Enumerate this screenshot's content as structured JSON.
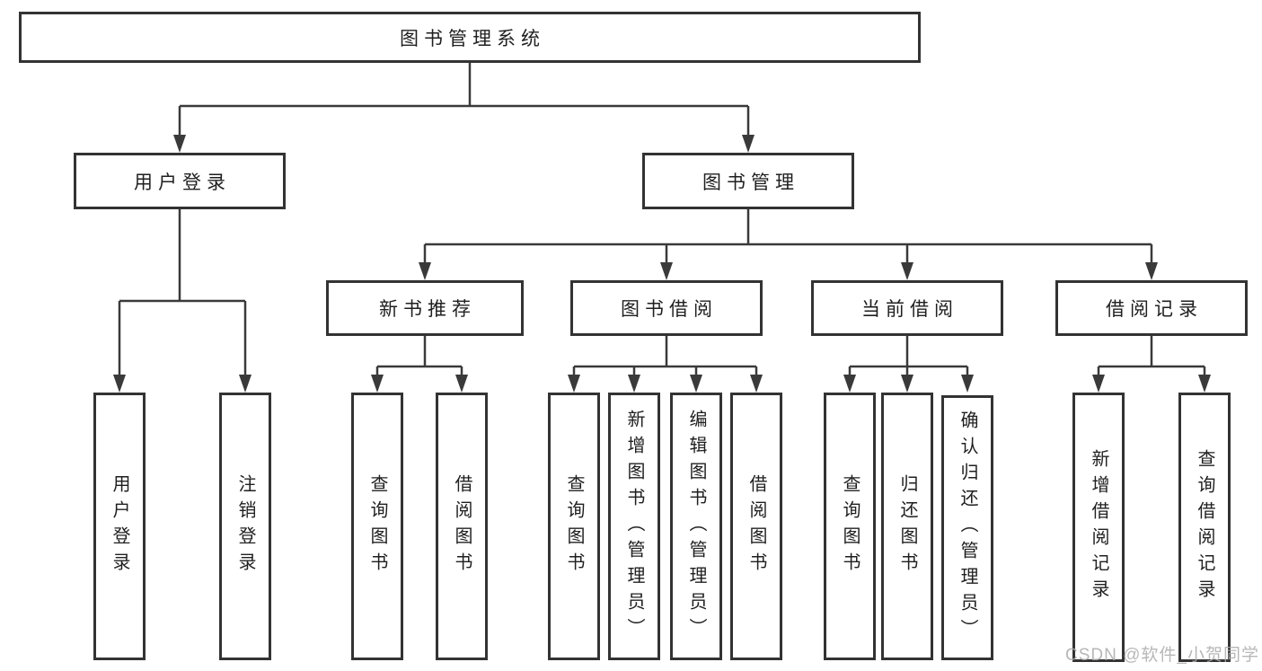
{
  "tree": {
    "label": "图书管理系统",
    "children": [
      {
        "label": "用户登录",
        "children": [
          {
            "label": "用户登录"
          },
          {
            "label": "注销登录"
          }
        ]
      },
      {
        "label": "图书管理",
        "children": [
          {
            "label": "新书推荐",
            "children": [
              {
                "label": "查询图书"
              },
              {
                "label": "借阅图书"
              }
            ]
          },
          {
            "label": "图书借阅",
            "children": [
              {
                "label": "查询图书"
              },
              {
                "label": "新增图书（管理员）"
              },
              {
                "label": "编辑图书（管理员）"
              },
              {
                "label": "借阅图书"
              }
            ]
          },
          {
            "label": "当前借阅",
            "children": [
              {
                "label": "查询图书"
              },
              {
                "label": "归还图书"
              },
              {
                "label": "确认归还（管理员）"
              }
            ]
          },
          {
            "label": "借阅记录",
            "children": [
              {
                "label": "新增借阅记录"
              },
              {
                "label": "查询借阅记录"
              }
            ]
          }
        ]
      }
    ]
  },
  "watermark": {
    "text": "CSDN @软件_小贺同学"
  },
  "colors": {
    "line": "#3a3a3a",
    "box_border": "#333333",
    "text": "#1f1f1f",
    "background": "#ffffff",
    "watermark": "#ababab"
  }
}
